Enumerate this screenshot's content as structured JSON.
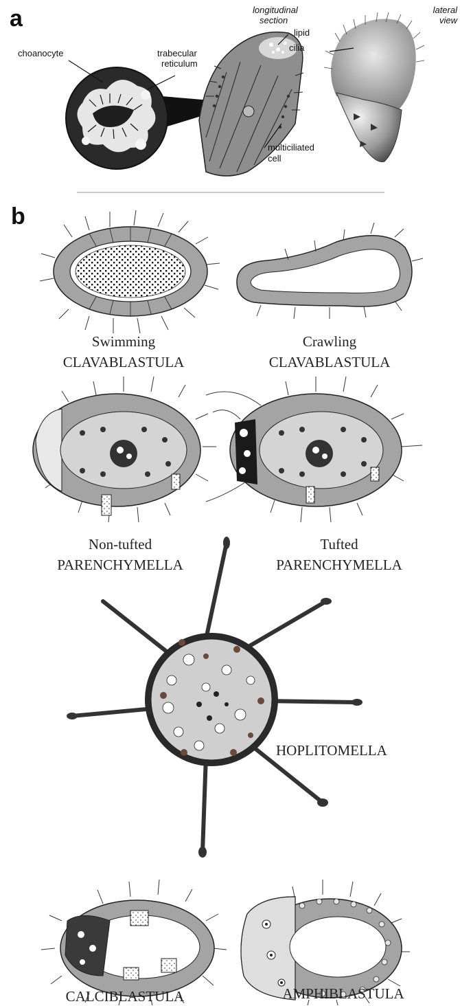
{
  "panel_a": {
    "letter": "a",
    "labels": {
      "choanocyte": "choanocyte",
      "trabecular_line1": "trabecular",
      "trabecular_line2": "reticulum",
      "longitudinal_line1": "longitudinal",
      "longitudinal_line2": "section",
      "lipid": "lipid",
      "cilia": "cilia",
      "lateral_line1": "lateral",
      "lateral_line2": "view",
      "multiciliated_line1": "multiciliated",
      "multiciliated_line2": "cell"
    }
  },
  "panel_b": {
    "letter": "b",
    "captions": {
      "swimming_line1": "Swimming",
      "swimming_line2": "CLAVABLASTULA",
      "crawling_line1": "Crawling",
      "crawling_line2": "CLAVABLASTULA",
      "nontufted_line1": "Non-tufted",
      "nontufted_line2": "PARENCHYMELLA",
      "tufted_line1": "Tufted",
      "tufted_line2": "PARENCHYMELLA",
      "hoplitomella": "HOPLITOMELLA",
      "calciblastula": "CALCIBLASTULA",
      "amphiblastula": "AMPHIBLASTULA"
    }
  },
  "colors": {
    "cell_gray": "#9a9a9a",
    "cell_light": "#d9d9d9",
    "dark": "#2e2e2e",
    "brown": "#6b4a3a",
    "outline": "#222222"
  }
}
